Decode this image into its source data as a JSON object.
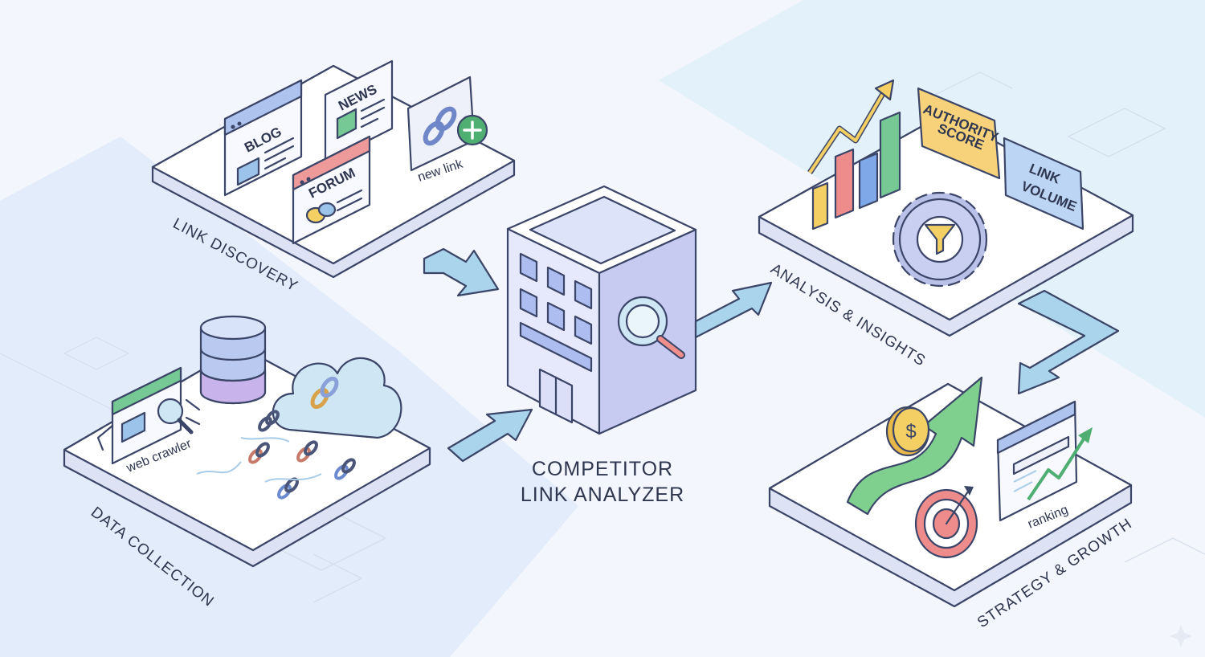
{
  "central": {
    "line1": "COMPETITOR",
    "line2": "LINK ANALYZER"
  },
  "link_discovery": {
    "label": "LINK DISCOVERY",
    "blog": "BLOG",
    "news": "NEWS",
    "forum": "FORUM",
    "new_link": "new link"
  },
  "data_collection": {
    "label": "DATA COLLECTION",
    "web_crawler": "web crawler"
  },
  "analysis": {
    "label": "ANALYSIS & INSIGHTS",
    "authority_line1": "AUTHORITY",
    "authority_line2": "SCORE",
    "volume_line1": "LINK",
    "volume_line2": "VOLUME"
  },
  "strategy": {
    "label": "STRATEGY & GROWTH",
    "ranking": "ranking"
  },
  "colors": {
    "platform_top": "#ffffff",
    "platform_side": "#dde3f5",
    "outline": "#3b4568",
    "arrow_fill": "#a9d4ec",
    "building_front": "#e6e8fb",
    "building_side": "#c7cbf2",
    "bar_yellow": "#f4cf63",
    "bar_red": "#ee8c8c",
    "bar_blue": "#7fa8e8",
    "bar_green": "#76c894",
    "authority_card": "#f8d27a",
    "volume_card": "#bcd5f5",
    "growth_arrow": "#7fcf8e"
  },
  "icons": [
    "blog-window-icon",
    "news-window-icon",
    "forum-window-icon",
    "new-link-icon",
    "database-icon",
    "cloud-link-icon",
    "web-crawler-icon",
    "magnifier-icon",
    "bar-chart-icon",
    "gear-funnel-icon",
    "coin-icon",
    "target-icon",
    "ranking-chart-icon",
    "growth-arrow-icon"
  ]
}
